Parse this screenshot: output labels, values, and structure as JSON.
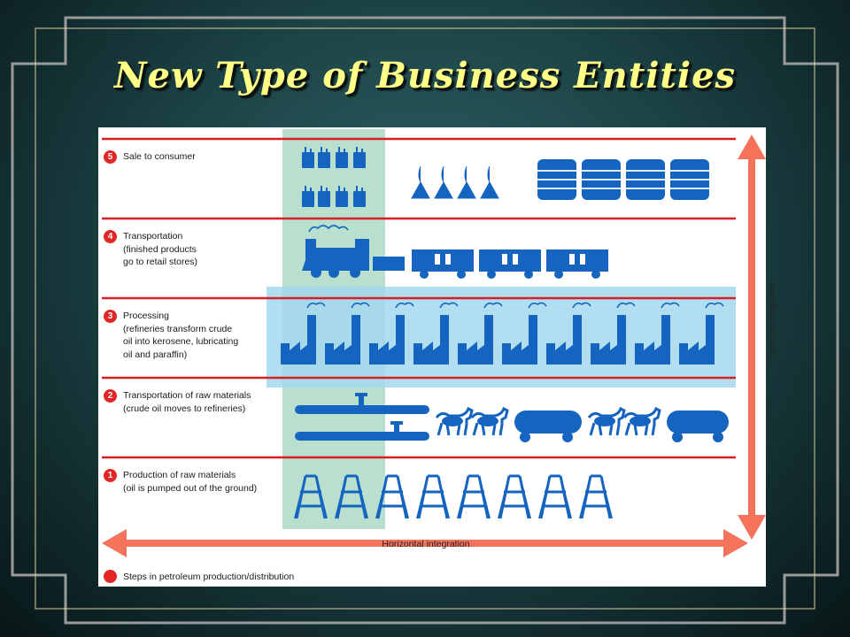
{
  "slide": {
    "title": "New Type of Business Entities"
  },
  "diagram": {
    "steps": [
      {
        "number": "5",
        "lines": [
          "Sale to consumer"
        ]
      },
      {
        "number": "4",
        "lines": [
          "Transportation",
          "(finished products",
          "go to retail stores)"
        ]
      },
      {
        "number": "3",
        "lines": [
          "Processing",
          "(refineries transform crude",
          "oil into kerosene, lubricating",
          "oil and paraffin)"
        ]
      },
      {
        "number": "2",
        "lines": [
          "Transportation of raw materials",
          "(crude oil moves to refineries)"
        ]
      },
      {
        "number": "1",
        "lines": [
          "Production of raw materials",
          "(oil is pumped out of the ground)"
        ]
      }
    ],
    "horizontal_label": "Horizontal integration",
    "vertical_label": "Vertical integration",
    "legend_label": "Steps in petroleum production/distribution",
    "colors": {
      "icon_blue": "#1565c0",
      "row_rule": "#d71f26",
      "arrow": "#f4735a",
      "vertical_band": "#b9dfcf",
      "horizontal_band": "#a3d8ef",
      "badge": "#e22626"
    },
    "icons": {
      "row5": [
        "oil-can-icon",
        "funnel-lamp-icon",
        "oil-barrel-icon"
      ],
      "row4": [
        "locomotive-icon",
        "train-car-icon"
      ],
      "row3": [
        "refinery-factory-icon"
      ],
      "row2": [
        "pipeline-valve-icon",
        "horse-wagon-tanker-icon"
      ],
      "row1": [
        "oil-derrick-icon"
      ]
    }
  }
}
